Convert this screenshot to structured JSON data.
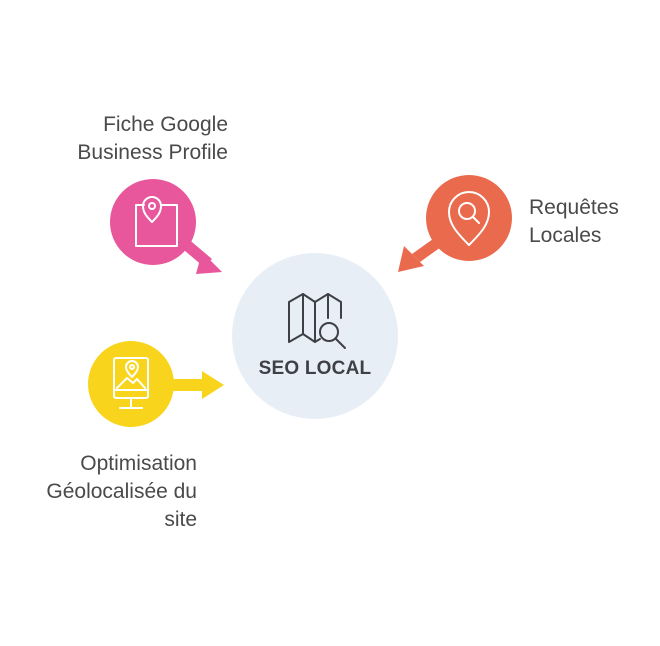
{
  "center": {
    "title": "SEO LOCAL",
    "color": "#e8eef6",
    "icon": "map-search-icon"
  },
  "nodes": [
    {
      "id": "fiche-google",
      "label_lines": [
        "Fiche Google",
        "Business Profile"
      ],
      "color": "#e8569b",
      "icon": "map-pin-icon"
    },
    {
      "id": "requetes-locales",
      "label_lines": [
        "Requêtes",
        "Locales"
      ],
      "color": "#ea6a4d",
      "icon": "location-search-icon"
    },
    {
      "id": "optimisation",
      "label_lines": [
        "Optimisation",
        "Géolocalisée du",
        "site"
      ],
      "color": "#f8d51c",
      "icon": "screen-map-icon"
    }
  ],
  "text_color": "#4a4a4a"
}
